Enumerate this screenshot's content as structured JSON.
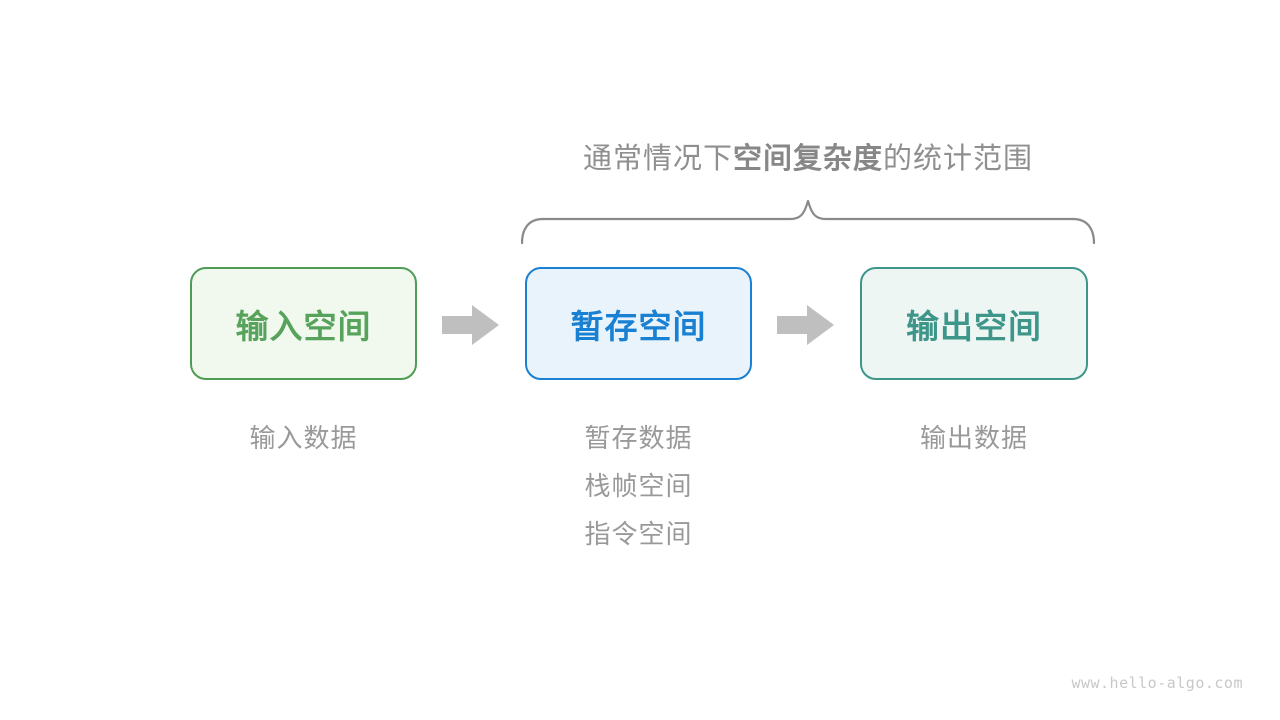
{
  "page": {
    "background_color": "#ffffff",
    "watermark": "www.hello-algo.com"
  },
  "annotation": {
    "title_prefix": "通常情况下",
    "title_bold": "空间复杂度",
    "title_suffix": "的统计范围",
    "text_color": "#8f8f8f",
    "brace_color": "#8a8a8a",
    "brace_spans": [
      "暂存空间",
      "输出空间"
    ]
  },
  "boxes": [
    {
      "id": "input-space",
      "label": "输入空间",
      "text_color": "#57a35c",
      "border_color": "#4f9d55",
      "bg_color": "#f1f8ee"
    },
    {
      "id": "temp-space",
      "label": "暂存空间",
      "text_color": "#1a80d2",
      "border_color": "#1b80d1",
      "bg_color": "#e8f3fc"
    },
    {
      "id": "output-space",
      "label": "输出空间",
      "text_color": "#3e9589",
      "border_color": "#3e9589",
      "bg_color": "#edf6f3"
    }
  ],
  "arrows": {
    "color": "#bfbfbf",
    "direction": "right",
    "count": 2
  },
  "notes": {
    "color": "#999999",
    "input": [
      "输入数据"
    ],
    "temp": [
      "暂存数据",
      "栈帧空间",
      "指令空间"
    ],
    "output": [
      "输出数据"
    ]
  }
}
